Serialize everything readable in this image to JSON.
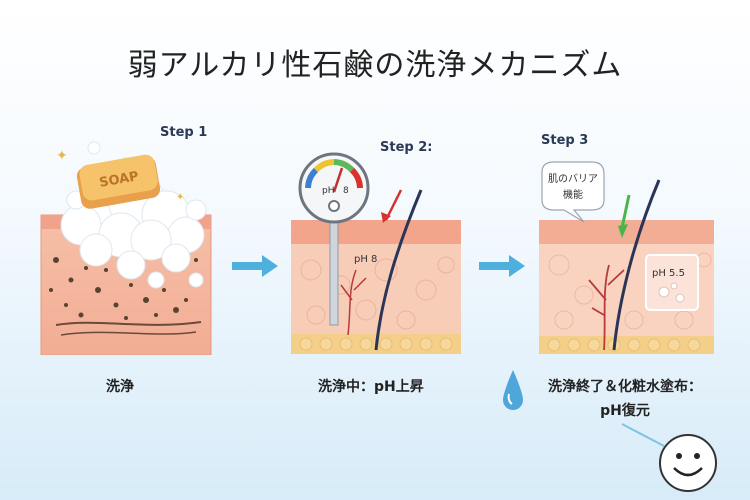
{
  "title": "弱アルカリ性石鹸の洗浄メカニズム",
  "steps": [
    {
      "label": "Step 1",
      "caption": "洗浄",
      "soap_text": "SOAP"
    },
    {
      "label": "Step 2:",
      "caption": "洗浄中：pH上昇",
      "ph_label": "pH 8",
      "meter_text": "pH",
      "meter_value": "8"
    },
    {
      "label": "Step 3",
      "caption_line1": "洗浄終了＆化粧水塗布：",
      "caption_line2": "pH復元",
      "bubble_line1": "肌のバリア",
      "bubble_line2": "機能",
      "ph_label": "pH 5.5"
    }
  ],
  "colors": {
    "arrow": "#4fb0de",
    "skin_top": "#f3b7a2",
    "skin_mid": "#f7cdb9",
    "fat": "#f4d394",
    "hair": "#2b3558"
  }
}
